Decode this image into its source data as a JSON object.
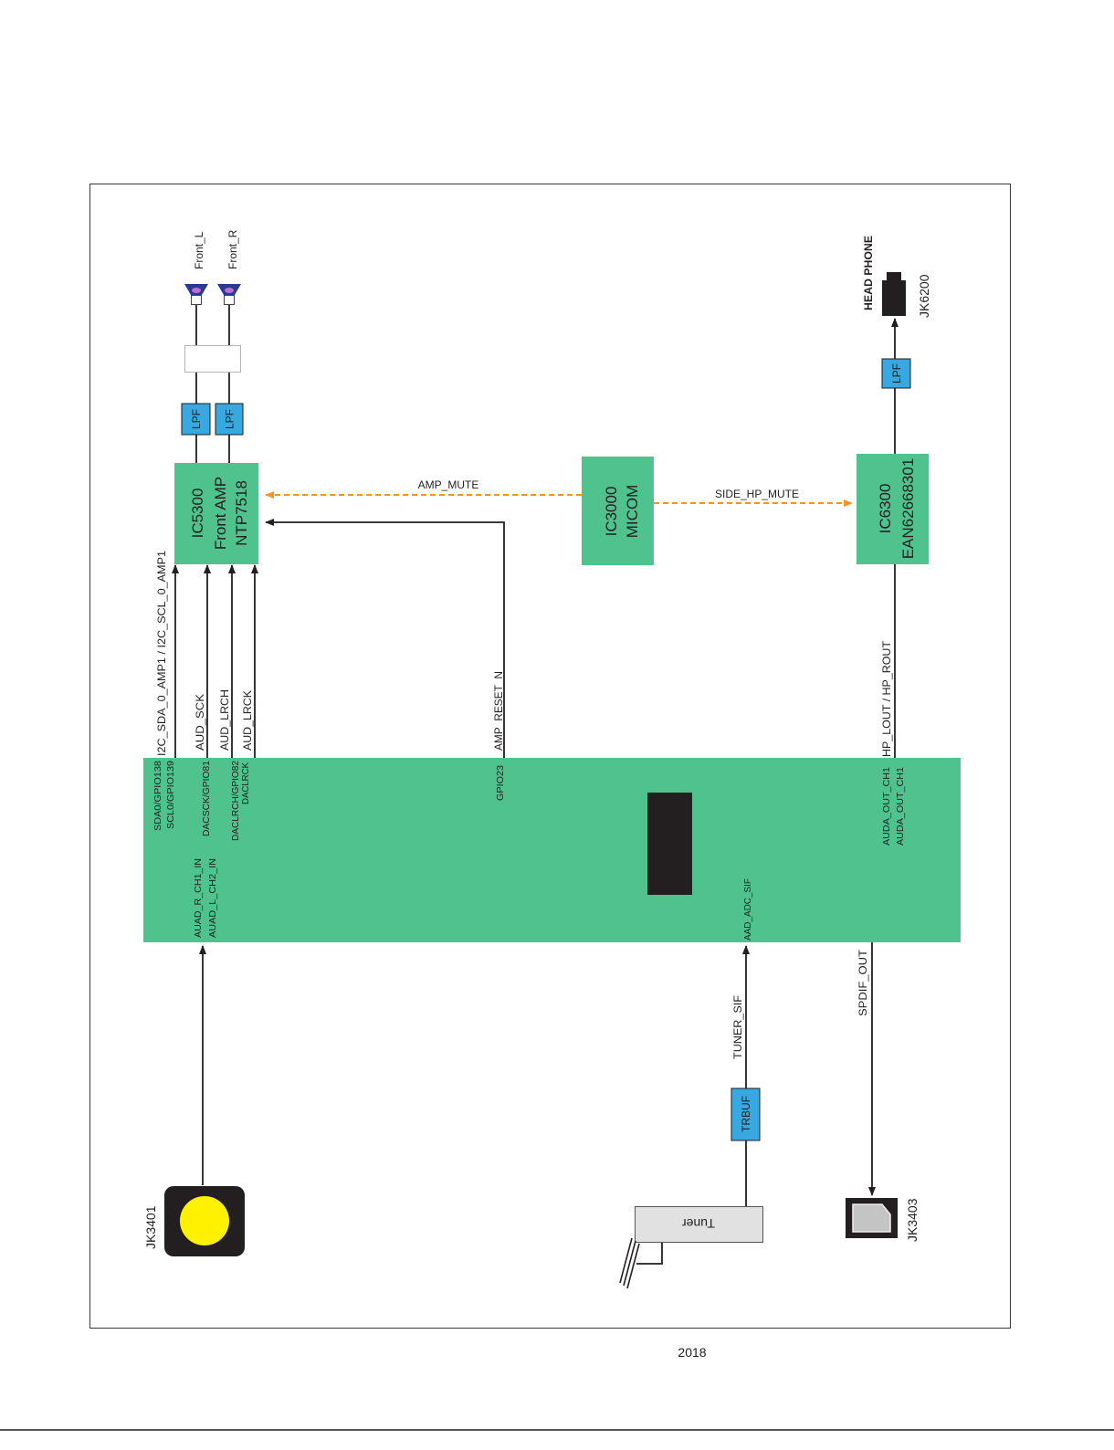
{
  "soc": {
    "pins": {
      "sda0": "SDA0/GPIO138",
      "scl0": "SCL0/GPIO139",
      "dacsck": "DACSCK/GPIO81",
      "daclrch": "DACLRCH/GPIO82",
      "daclrck": "DACLRCK",
      "gpio23": "GPIO23",
      "auda_out_a": "AUDA_OUT_CH1",
      "auda_out_b": "AUDA_OUT_CH1",
      "auad_r_in": "AUAD_R_CH1_IN",
      "auad_l_in": "AUAD_L_CH2_IN",
      "aad_adc_sif": "AAD_ADC_SIF"
    }
  },
  "ic5300": {
    "ref": "IC5300",
    "function": "Front AMP",
    "part": "NTP7518"
  },
  "ic3000": {
    "ref": "IC3000",
    "function": "MICOM"
  },
  "ic6300": {
    "ref": "IC6300",
    "part": "EAN62668301"
  },
  "filters": {
    "lpf_front_l": "LPF",
    "lpf_front_r": "LPF",
    "lpf_headphone": "LPF",
    "tuner_buffer": "TRBUF"
  },
  "tuner": {
    "label": "Tuner"
  },
  "signals": {
    "i2c": "I2C_SDA_0_AMP1 / I2C_SCL_0_AMP1",
    "aud_sck": "AUD_SCK",
    "aud_lrch": "AUD_LRCH",
    "aud_lrck": "AUD_LRCK",
    "amp_reset_n": "AMP_RESET_N",
    "amp_mute": "AMP_MUTE",
    "side_hp_mute": "SIDE_HP_MUTE",
    "hp_out": "HP_LOUT / HP_ROUT",
    "tuner_sif": "TUNER_SIF",
    "spdif_out": "SPDIF_OUT"
  },
  "outputs": {
    "front_l": "Front_L",
    "front_r": "Front_R",
    "headphone": "HEAD PHONE"
  },
  "connectors": {
    "jk6200": "JK6200",
    "jk3401": "JK3401",
    "jk3403": "JK3403"
  },
  "footer": {
    "year": "2018"
  },
  "icons": {
    "front_l": "speaker-icon",
    "front_r": "speaker-icon",
    "headphone": "headphone-jack-icon",
    "av_in": "rca-jack-icon",
    "optical_out": "optical-jack-icon",
    "tuner_antenna": "antenna-icon"
  },
  "colors": {
    "block_green": "#4fc28d",
    "filter_blue": "#3aa8e0",
    "mute_orange": "#f7931e",
    "chip_black": "#231f20",
    "jack_yellow": "#fff100",
    "tuner_gray": "#e1e1e1",
    "speaker_navy": "#2b3990"
  }
}
